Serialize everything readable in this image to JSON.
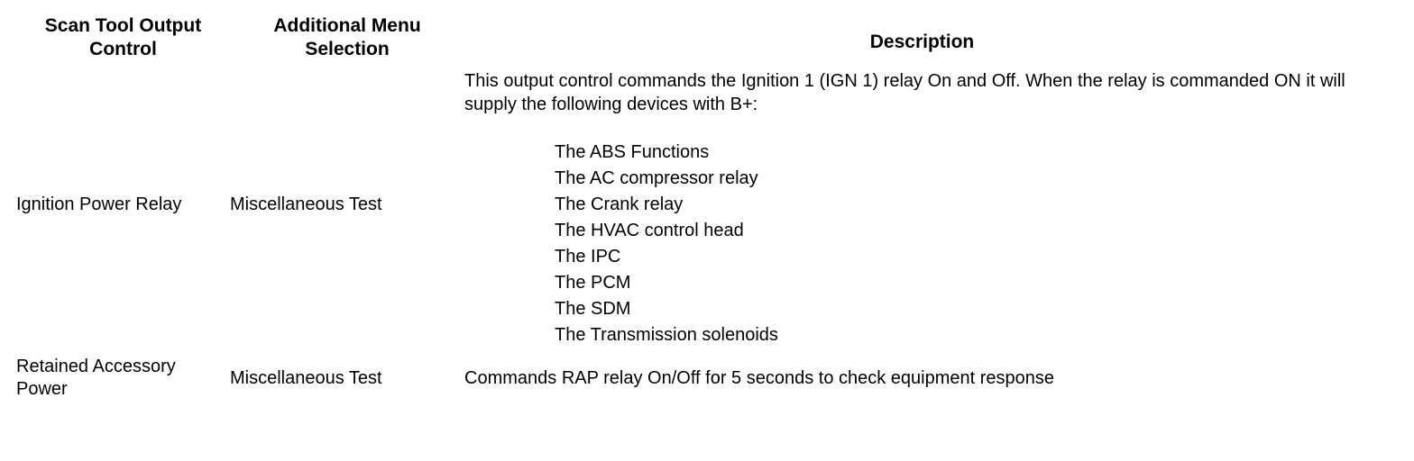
{
  "table": {
    "headers": [
      "Scan Tool Output Control",
      "Additional Menu Selection",
      "Description"
    ],
    "header_lines": {
      "col1_line1": "Scan Tool Output",
      "col1_line2": "Control",
      "col2_line1": "Additional Menu",
      "col2_line2": "Selection",
      "col3_line1": "Description"
    },
    "rows": [
      {
        "control": "Ignition Power Relay",
        "menu_selection": "Miscellaneous Test",
        "description_intro": "This output control commands the Ignition 1 (IGN 1) relay On and Off. When the relay is commanded ON it will supply the following devices with B+:",
        "devices": [
          "The ABS Functions",
          "The AC compressor relay",
          "The Crank relay",
          "The HVAC control head",
          "The IPC",
          "The PCM",
          "The SDM",
          "The Transmission solenoids"
        ]
      },
      {
        "control": "Retained Accessory Power",
        "menu_selection": "Miscellaneous Test",
        "description_intro": "Commands RAP relay On/Off for 5 seconds to check equipment response",
        "devices": []
      }
    ]
  },
  "colors": {
    "border": "#000000",
    "text": "#000000",
    "background": "#ffffff"
  }
}
